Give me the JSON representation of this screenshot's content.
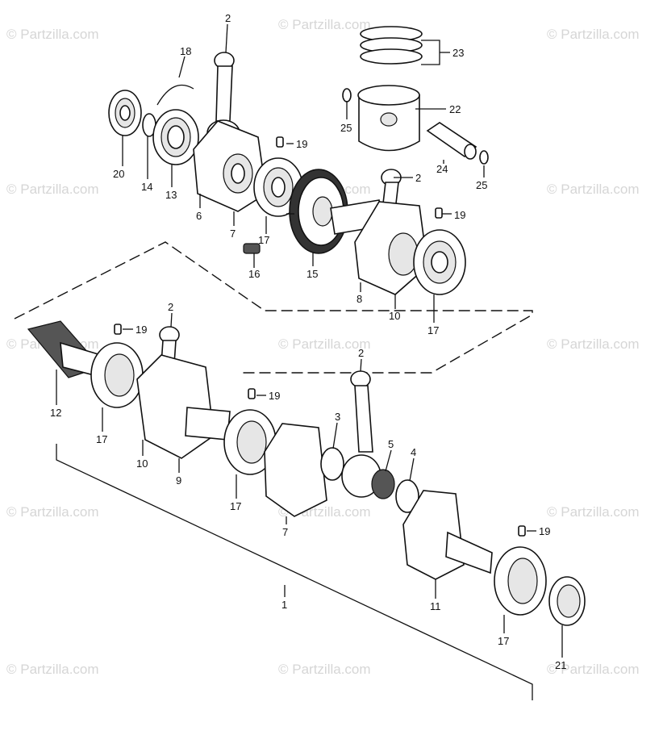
{
  "watermark": "© Partzilla.com",
  "watermarks_count": 15,
  "callouts": [
    "2",
    "18",
    "23",
    "22",
    "25",
    "19",
    "24",
    "2",
    "25",
    "20",
    "14",
    "13",
    "6",
    "7",
    "17",
    "19",
    "16",
    "15",
    "8",
    "10",
    "17",
    "2",
    "19",
    "12",
    "17",
    "10",
    "9",
    "19",
    "2",
    "3",
    "5",
    "4",
    "17",
    "7",
    "19",
    "11",
    "17",
    "21",
    "1"
  ]
}
